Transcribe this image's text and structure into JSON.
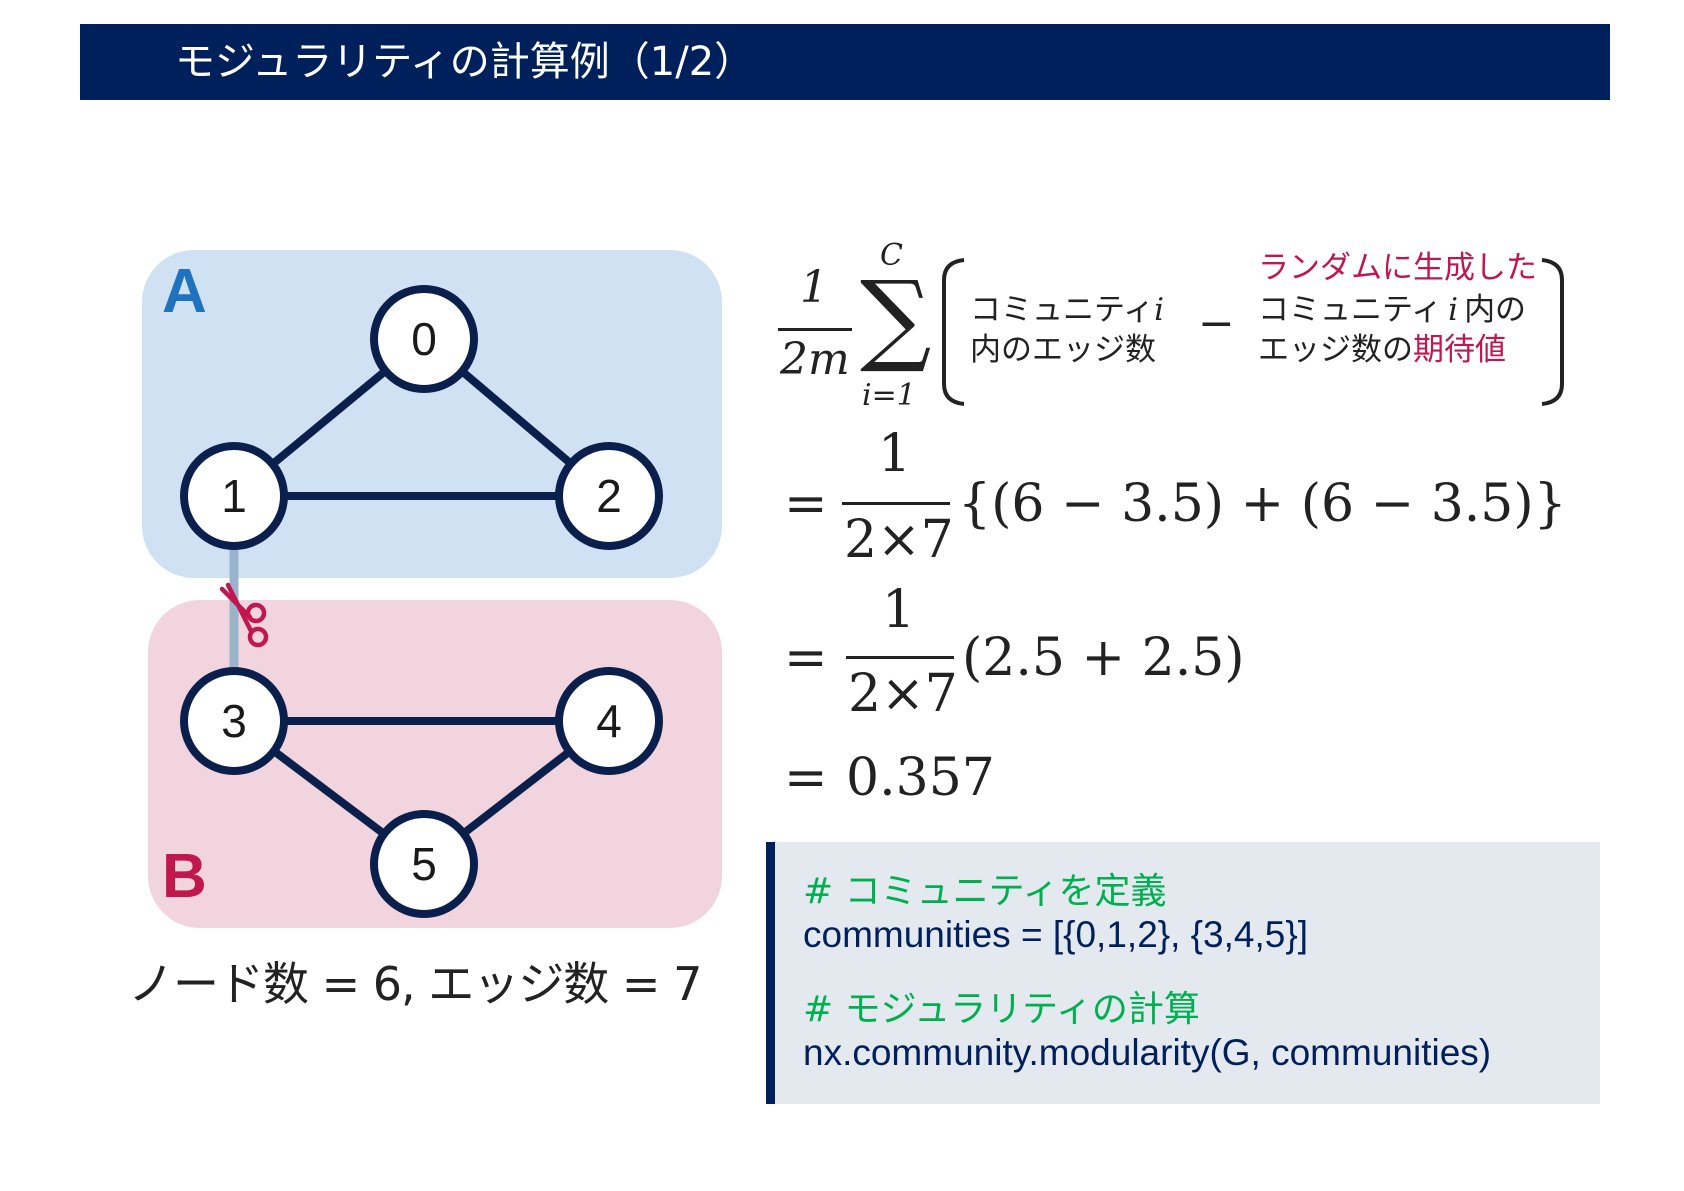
{
  "title": "モジュラリティの計算例（1/2）",
  "colors": {
    "header_bg": "#00205b",
    "community_a_fill": "#cfe1f2",
    "community_b_fill": "#f1d4de",
    "community_a_label": "#1f72bd",
    "community_b_label": "#c0174f",
    "node_stroke": "#0b1f4d",
    "accent_red": "#c0174f",
    "code_comment": "#00b050",
    "code_text": "#00205b"
  },
  "graph": {
    "communities": [
      {
        "label": "A"
      },
      {
        "label": "B"
      }
    ],
    "nodes": [
      "0",
      "1",
      "2",
      "3",
      "4",
      "5"
    ],
    "edges": [
      [
        "0",
        "1"
      ],
      [
        "0",
        "2"
      ],
      [
        "1",
        "2"
      ],
      [
        "3",
        "4"
      ],
      [
        "3",
        "5"
      ],
      [
        "4",
        "5"
      ],
      [
        "1",
        "3"
      ]
    ],
    "cut_edge_icon": "scissors-icon",
    "caption": "ノード数 = 6, エッジ数 = 7"
  },
  "formula": {
    "frac_num": "1",
    "frac_den": "2m",
    "sum_upper": "C",
    "sum_lower": "i=1",
    "term1_line1_text": "コミュニティ",
    "term1_line1_var": "i",
    "term1_line2": "内のエッジ数",
    "minus": "−",
    "term2_red_line": "ランダムに生成した",
    "term2_line2_text": "コミュニティ",
    "term2_line2_var": "i",
    "term2_line2_suffix": "内の",
    "term2_line3_text": "エッジ数の",
    "term2_line3_red": "期待値"
  },
  "steps": [
    {
      "eq": "=",
      "num": "1",
      "den": "2×7",
      "expr": "{(6 − 3.5) + (6 − 3.5)}"
    },
    {
      "eq": "=",
      "num": "1",
      "den": "2×7",
      "expr": "(2.5 + 2.5)"
    },
    {
      "eq": "=",
      "result": "0.357"
    }
  ],
  "code": {
    "comment1": "# コミュニティを定義",
    "line1": "communities = [{0,1,2}, {3,4,5}]",
    "comment2": "# モジュラリティの計算",
    "line2": "nx.community.modularity(G, communities)"
  }
}
